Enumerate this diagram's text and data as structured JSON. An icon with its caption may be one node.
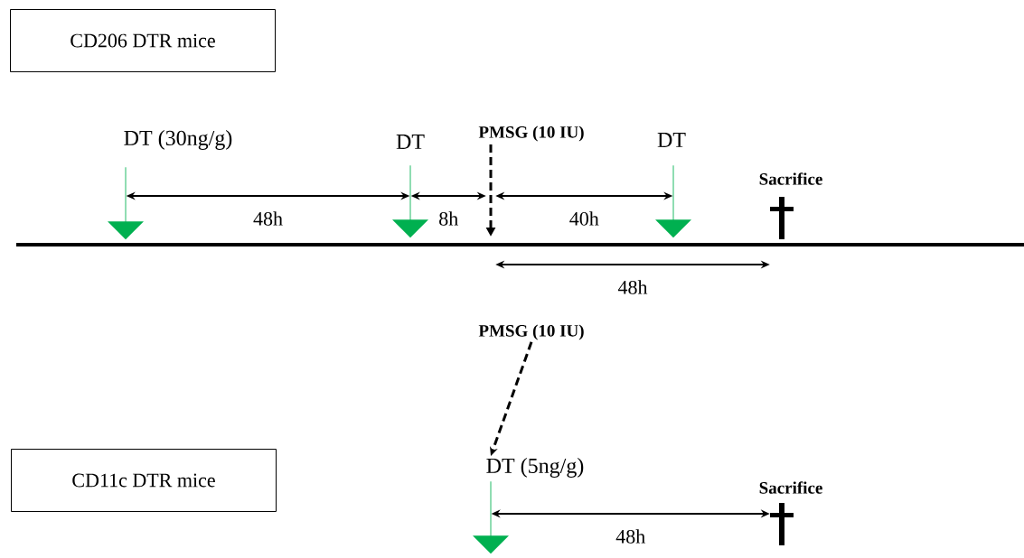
{
  "diagram": {
    "nodes": [
      {
        "text": [
          "CD206 DTR mice"
        ]
      },
      {
        "text": [
          "DT (30ng/g)"
        ]
      },
      {
        "text": [
          "DT"
        ]
      },
      {
        "text": [
          "PMSG (10 IU)"
        ]
      },
      {
        "text": [
          "DT"
        ]
      },
      {
        "text": [
          "Sacrifice"
        ]
      },
      {
        "text": [
          "PMSG (10 IU)"
        ]
      },
      {
        "text": [
          "CD11c DTR mice"
        ]
      },
      {
        "text": [
          "DT (5ng/g)"
        ]
      },
      {
        "text": [
          "Sacrifice"
        ]
      }
    ],
    "edges": [
      {
        "from": 1,
        "to": 2,
        "arrow": "both",
        "label": "48h"
      },
      {
        "from": 2,
        "to": 3,
        "arrow": "both",
        "label": "8h"
      },
      {
        "from": 3,
        "to": 4,
        "arrow": "both",
        "label": "40h"
      },
      {
        "from": 3,
        "to": 5,
        "arrow": "both",
        "label": "48h"
      },
      {
        "from": 6,
        "to": 8,
        "arrow": "to",
        "style": "dashed"
      },
      {
        "from": 8,
        "to": 9,
        "arrow": "both",
        "label": "48h"
      }
    ]
  }
}
